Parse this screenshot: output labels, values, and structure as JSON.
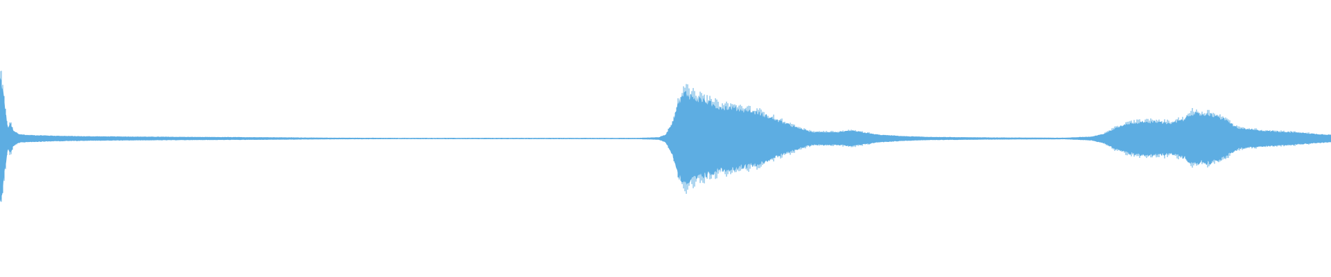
{
  "waveform": {
    "color": "#5dade2",
    "background": "#ffffff",
    "baseline_level": 0.0,
    "envelope": [
      [
        0.0,
        0.48
      ],
      [
        0.002,
        0.4
      ],
      [
        0.004,
        0.22
      ],
      [
        0.006,
        0.08
      ],
      [
        0.008,
        0.12
      ],
      [
        0.01,
        0.06
      ],
      [
        0.014,
        0.035
      ],
      [
        0.02,
        0.028
      ],
      [
        0.04,
        0.022
      ],
      [
        0.06,
        0.018
      ],
      [
        0.1,
        0.015
      ],
      [
        0.15,
        0.012
      ],
      [
        0.2,
        0.01
      ],
      [
        0.25,
        0.006
      ],
      [
        0.3,
        0.005
      ],
      [
        0.4,
        0.005
      ],
      [
        0.48,
        0.005
      ],
      [
        0.495,
        0.01
      ],
      [
        0.5,
        0.03
      ],
      [
        0.505,
        0.12
      ],
      [
        0.51,
        0.3
      ],
      [
        0.515,
        0.36
      ],
      [
        0.52,
        0.33
      ],
      [
        0.53,
        0.29
      ],
      [
        0.54,
        0.25
      ],
      [
        0.55,
        0.24
      ],
      [
        0.56,
        0.22
      ],
      [
        0.57,
        0.2
      ],
      [
        0.58,
        0.16
      ],
      [
        0.59,
        0.12
      ],
      [
        0.6,
        0.08
      ],
      [
        0.61,
        0.05
      ],
      [
        0.62,
        0.05
      ],
      [
        0.63,
        0.05
      ],
      [
        0.64,
        0.06
      ],
      [
        0.65,
        0.045
      ],
      [
        0.66,
        0.03
      ],
      [
        0.68,
        0.018
      ],
      [
        0.7,
        0.012
      ],
      [
        0.75,
        0.008
      ],
      [
        0.8,
        0.006
      ],
      [
        0.82,
        0.015
      ],
      [
        0.83,
        0.04
      ],
      [
        0.84,
        0.09
      ],
      [
        0.85,
        0.12
      ],
      [
        0.86,
        0.13
      ],
      [
        0.87,
        0.13
      ],
      [
        0.88,
        0.12
      ],
      [
        0.89,
        0.15
      ],
      [
        0.895,
        0.2
      ],
      [
        0.9,
        0.19
      ],
      [
        0.91,
        0.19
      ],
      [
        0.92,
        0.15
      ],
      [
        0.93,
        0.08
      ],
      [
        0.95,
        0.06
      ],
      [
        0.97,
        0.05
      ],
      [
        0.99,
        0.035
      ],
      [
        1.0,
        0.03
      ]
    ]
  }
}
